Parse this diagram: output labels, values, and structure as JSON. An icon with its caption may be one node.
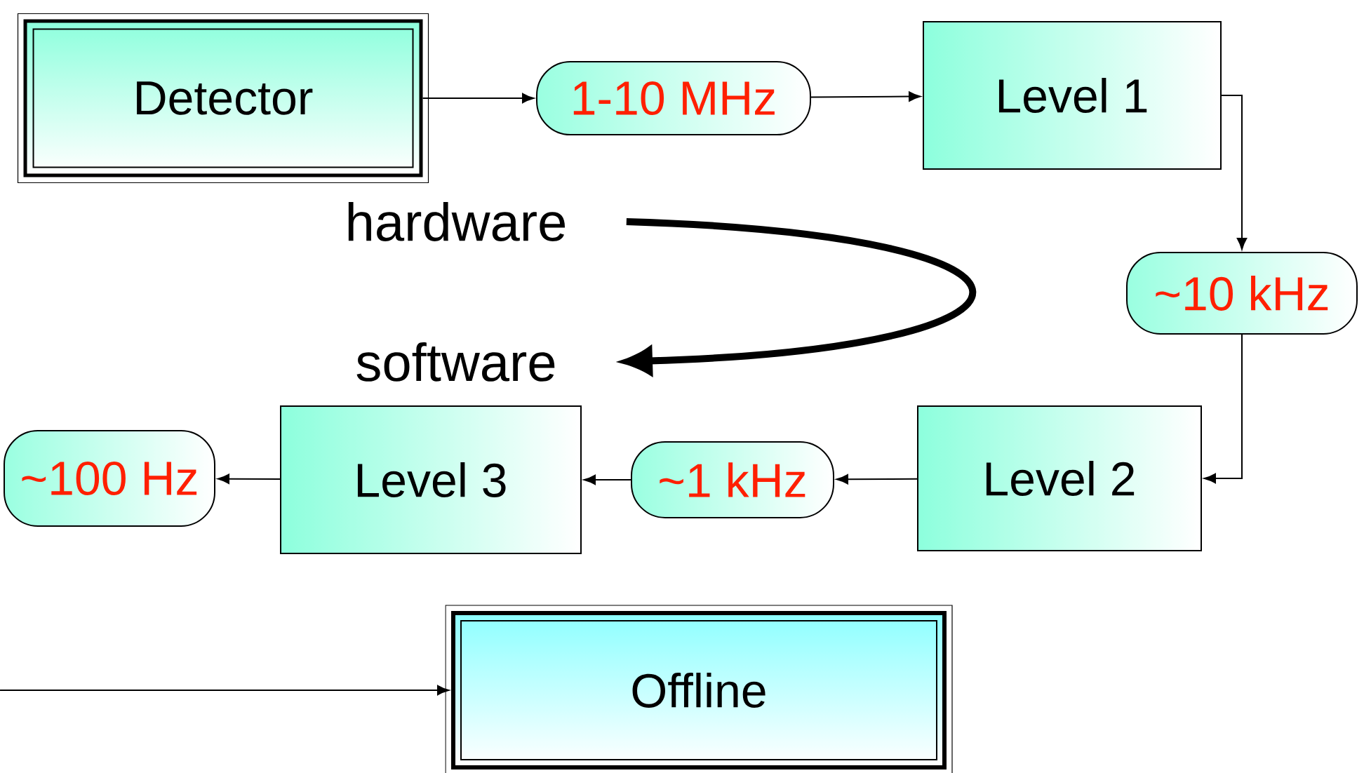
{
  "diagram": {
    "nodes": [
      {
        "text": [
          "Detector"
        ]
      },
      {
        "text": [
          "1-10 MHz"
        ]
      },
      {
        "text": [
          "Level 1"
        ]
      },
      {
        "text": [
          "~10 kHz"
        ]
      },
      {
        "text": [
          "Level 2"
        ]
      },
      {
        "text": [
          "~1 kHz"
        ]
      },
      {
        "text": [
          "Level 3"
        ]
      },
      {
        "text": [
          "~100 Hz"
        ]
      },
      {
        "text": [
          "Offline"
        ]
      },
      {
        "text": [
          "hardware"
        ]
      },
      {
        "text": [
          "software"
        ]
      }
    ],
    "edges": [
      {
        "from": 0,
        "to": 1,
        "arrow": "to"
      },
      {
        "from": 1,
        "to": 2,
        "arrow": "to"
      },
      {
        "from": 2,
        "to": 3,
        "arrow": "to"
      },
      {
        "from": 3,
        "to": 4,
        "arrow": "to"
      },
      {
        "from": 4,
        "to": 5,
        "arrow": "to"
      },
      {
        "from": 5,
        "to": 6,
        "arrow": "to"
      },
      {
        "from": 6,
        "to": 7,
        "arrow": "to"
      },
      {
        "from": null,
        "to": 8,
        "arrow": "to"
      },
      {
        "from": 9,
        "to": 10,
        "arrow": "to",
        "style": "thick"
      }
    ]
  }
}
